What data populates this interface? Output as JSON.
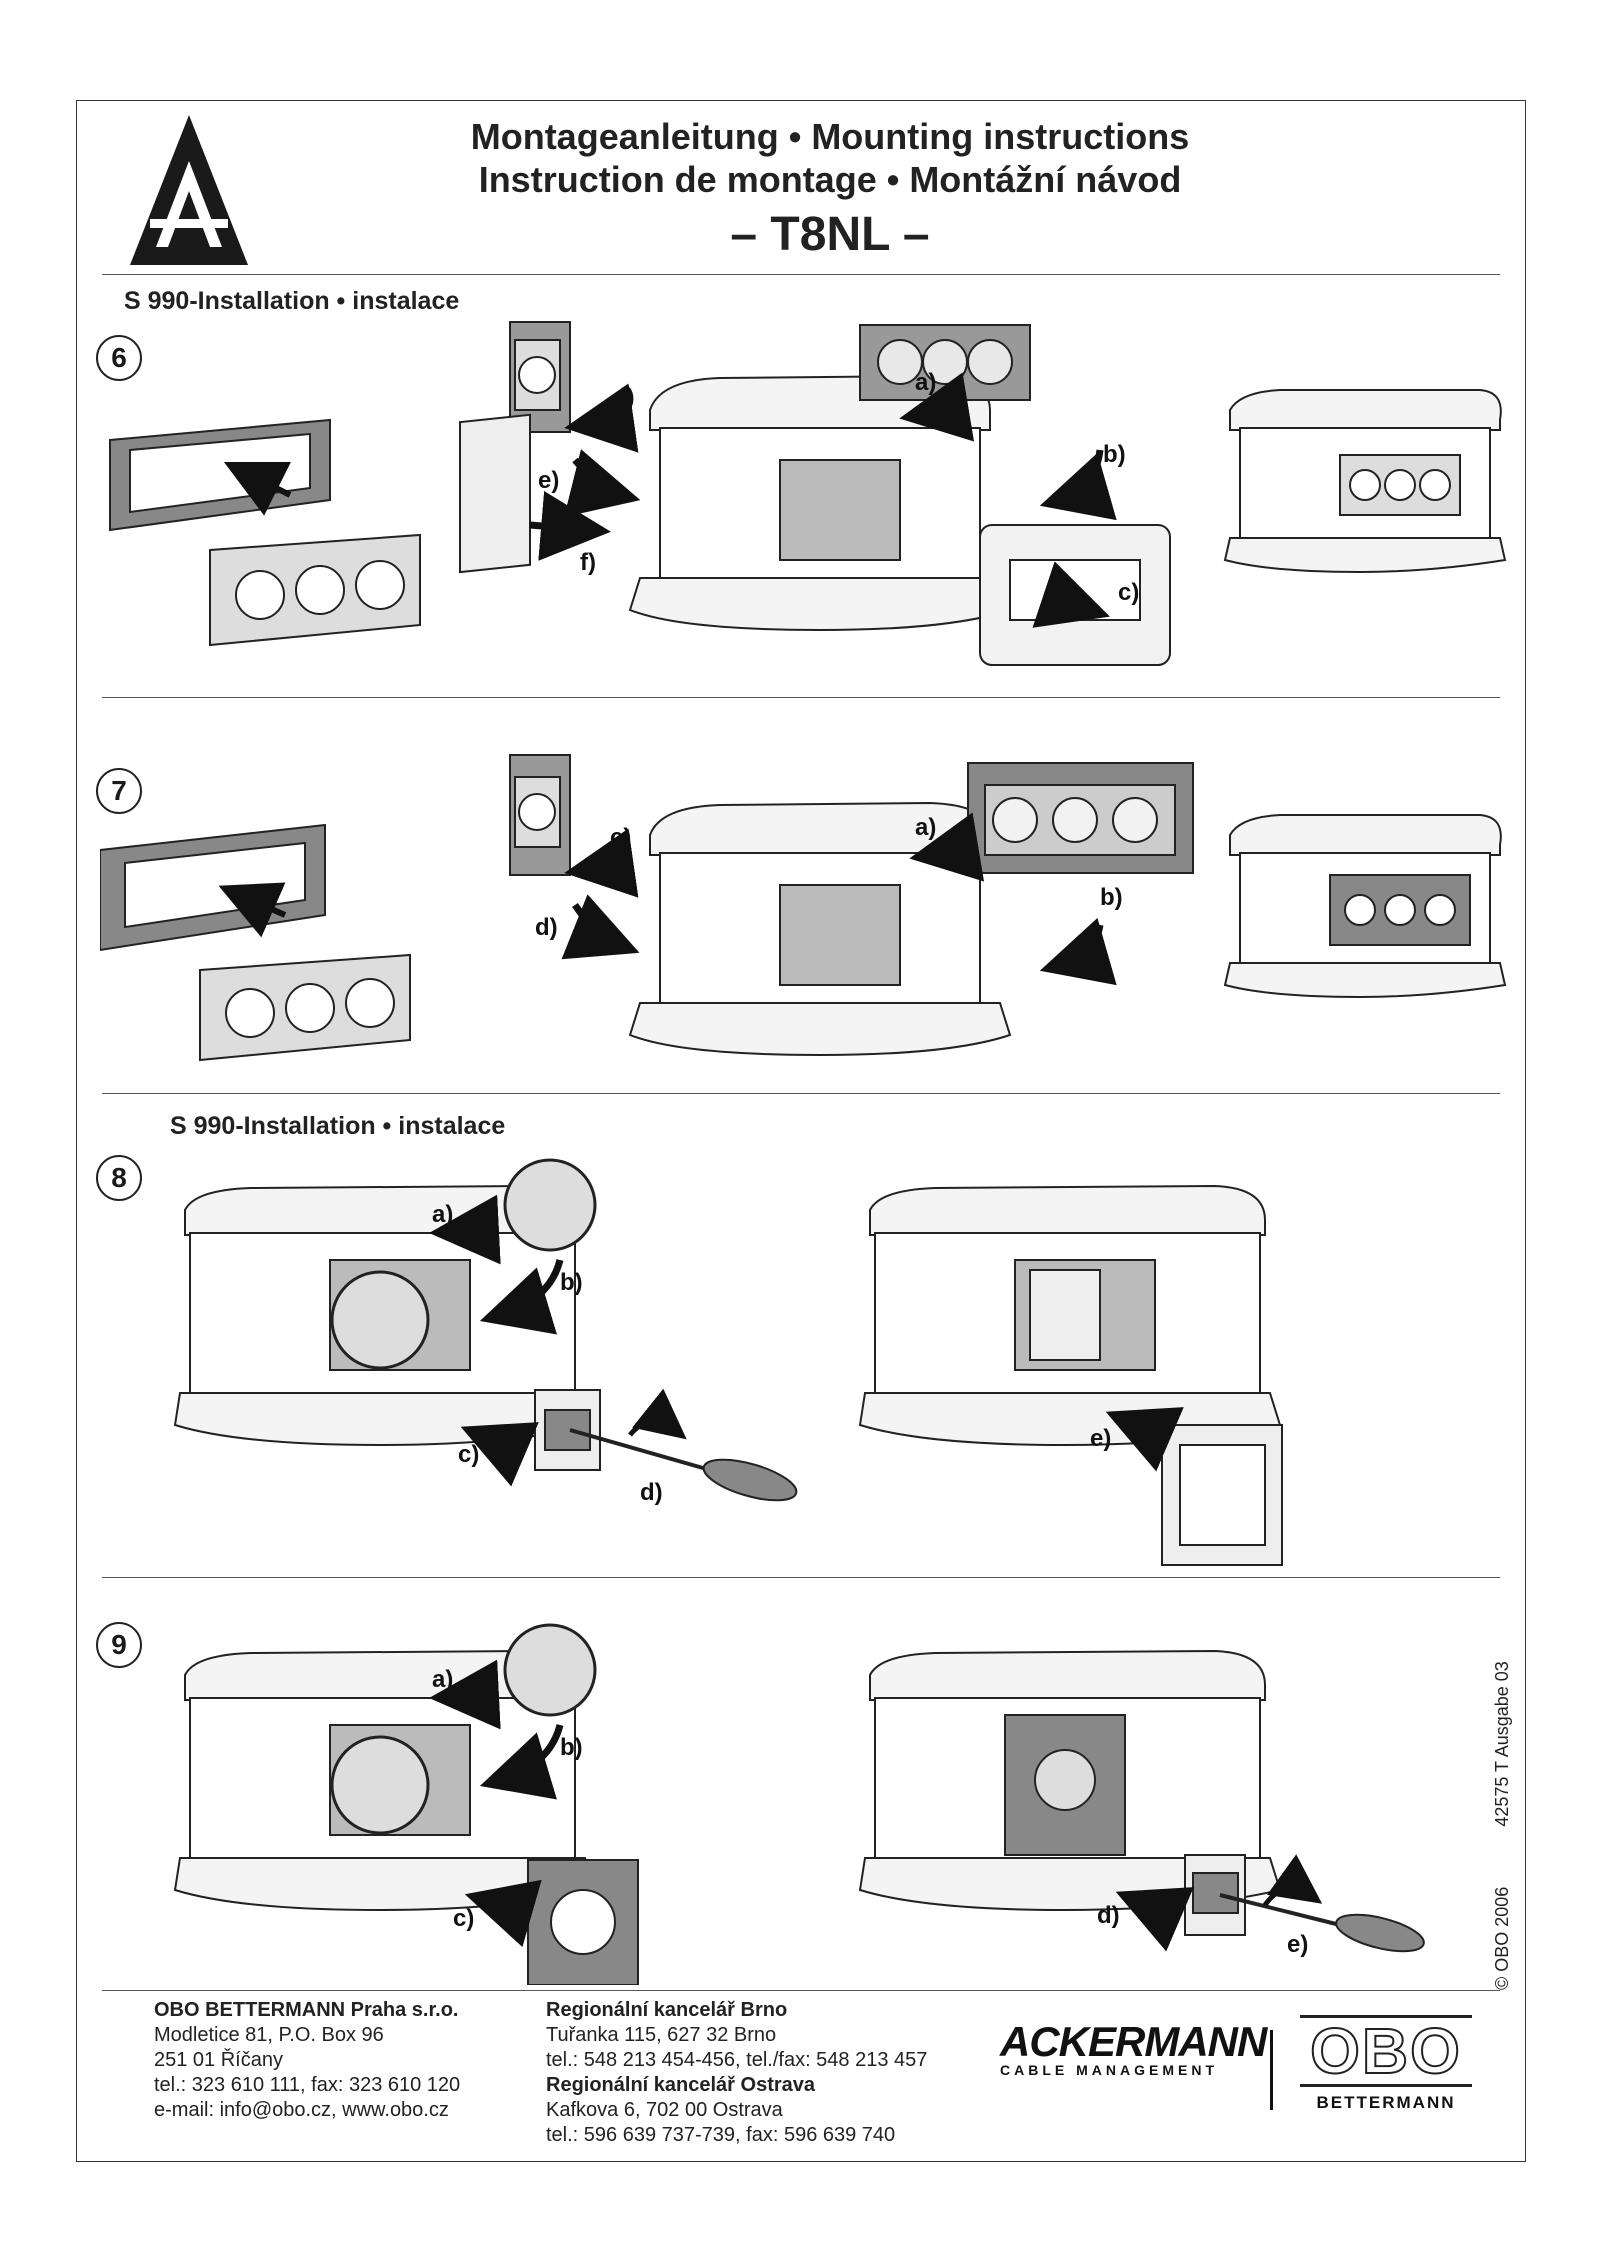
{
  "header": {
    "title_line1": "Montageanleitung • Mounting instructions",
    "title_line2": "Instruction de montage • Montážní návod",
    "product": "– T8NL –"
  },
  "sections": {
    "s6_heading": "S 990-Installation • instalace",
    "s8_heading": "S 990-Installation • instalace"
  },
  "steps": [
    {
      "number": "6",
      "labels": [
        "a)",
        "b)",
        "c)",
        "d)",
        "e)",
        "f)"
      ]
    },
    {
      "number": "7",
      "labels": [
        "a)",
        "b)",
        "c)",
        "d)"
      ]
    },
    {
      "number": "8",
      "labels": [
        "a)",
        "b)",
        "c)",
        "d)",
        "e)"
      ]
    },
    {
      "number": "9",
      "labels": [
        "a)",
        "b)",
        "c)",
        "d)",
        "e)"
      ]
    }
  ],
  "side_note": {
    "copyright": "© OBO 2006",
    "doc_code": "42575 T  Ausgabe 03"
  },
  "footer": {
    "company": {
      "name": "OBO BETTERMANN Praha s.r.o.",
      "lines": [
        "Modletice 81, P.O. Box 96",
        "251 01 Říčany",
        "tel.: 323 610 111, fax: 323 610 120",
        "e-mail: info@obo.cz, www.obo.cz"
      ]
    },
    "brno": {
      "name": "Regionální kancelář Brno",
      "lines": [
        "Tuřanka 115, 627 32 Brno",
        "tel.: 548 213 454-456, tel./fax: 548 213 457"
      ]
    },
    "ostrava": {
      "name": "Regionální kancelář Ostrava",
      "lines": [
        "Kafkova 6, 702 00 Ostrava",
        "tel.: 596 639 737-739, fax: 596 639 740"
      ]
    }
  },
  "logos": {
    "ackermann_word": "ACKERMANN",
    "ackermann_sub": "CABLE MANAGEMENT",
    "obo_word": "OBO",
    "obo_sub": "BETTERMANN"
  }
}
